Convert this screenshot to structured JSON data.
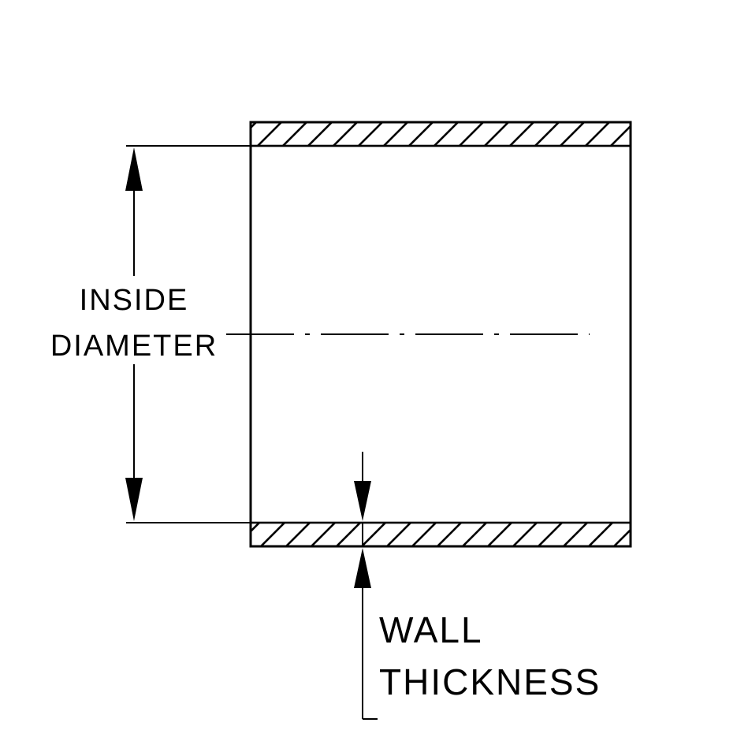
{
  "labels": {
    "inside_diameter": [
      "INSIDE",
      "DIAMETER"
    ],
    "wall_thickness": [
      "WALL",
      "THICKNESS"
    ]
  },
  "colors": {
    "line": "#000000",
    "background": "#ffffff"
  }
}
